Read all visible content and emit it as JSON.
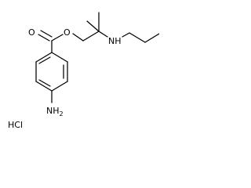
{
  "structure": {
    "atoms": {
      "carbonyl_o": "O",
      "ester_o": "O",
      "amine_nh": "NH",
      "aniline_n": "NH",
      "aniline_sub": "2",
      "salt": "HCl"
    }
  },
  "colors": {
    "bonds": "#000000",
    "labels": "#000000",
    "background": "#ffffff"
  }
}
